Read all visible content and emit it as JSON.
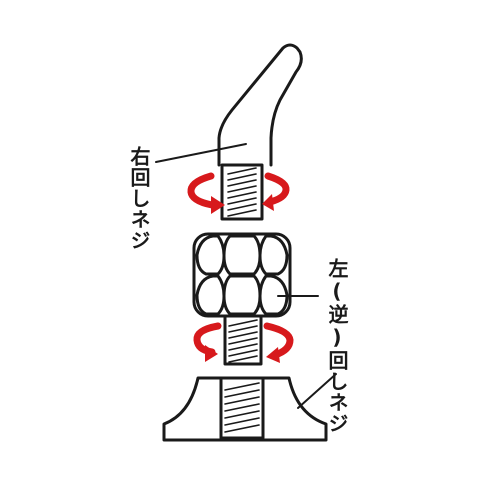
{
  "diagram": {
    "labels": {
      "right_hand_thread": "右回しネジ",
      "left_hand_thread": "左(逆)回しネジ"
    },
    "colors": {
      "line": "#1a1a1a",
      "arrow": "#d7191c",
      "fill": "#ffffff"
    },
    "parts": [
      "bent-rod",
      "upper-threaded-end",
      "hex-nut-double",
      "lower-threaded-stud",
      "base-foot"
    ]
  }
}
